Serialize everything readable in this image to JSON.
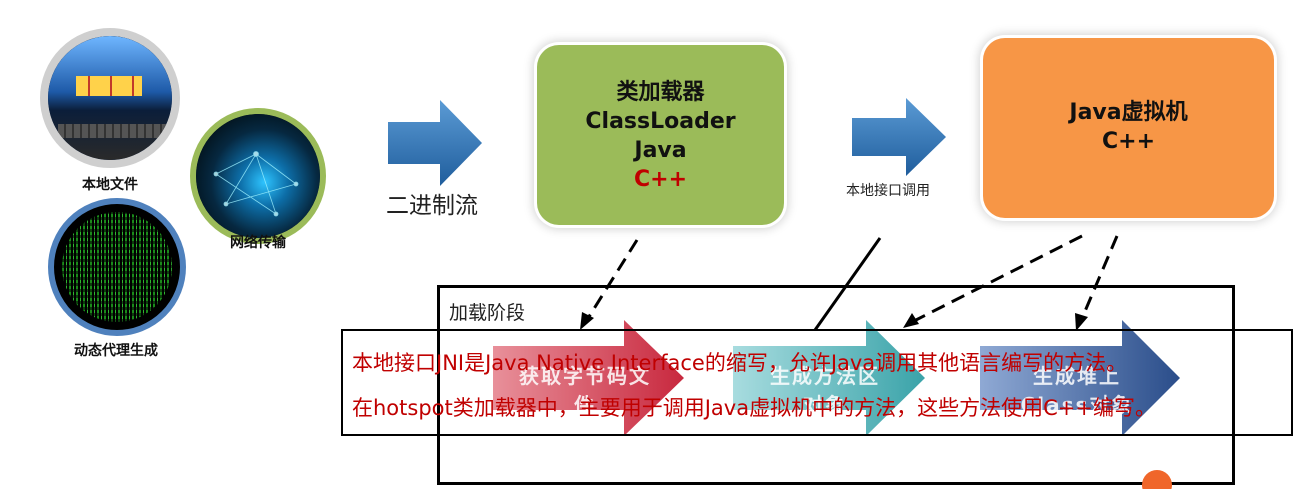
{
  "sources": [
    {
      "id": "local-file",
      "label": "本地文件"
    },
    {
      "id": "network",
      "label": "网络传输"
    },
    {
      "id": "dynamic-proxy",
      "label": "动态代理生成"
    }
  ],
  "arrow1_label": "二进制流",
  "classloader_box": {
    "line1": "类加载器",
    "line2": "ClassLoader",
    "line3": "Java",
    "line4": "C++"
  },
  "arrow2_label": "本地接口调用",
  "jvm_box": {
    "line1": "Java虚拟机",
    "line2": "C++"
  },
  "loading_stage": {
    "title": "加载阶段",
    "steps": [
      {
        "label_a": "获取字节码文",
        "label_b": "件"
      },
      {
        "label_a": "生成方法区",
        "label_b": "对象"
      },
      {
        "label_a": "生成堆上",
        "label_b": "Class对象"
      }
    ]
  },
  "annotation": {
    "line1": "本地接口JNI是Java Native Interface的缩写，允许Java调用其他语言编写的方法。",
    "line2": "在hotspot类加载器中，主要用于调用Java虚拟机中的方法，这些方法使用C++编写。"
  },
  "colors": {
    "classloader_bg": "#9bbb59",
    "jvm_bg": "#f79646",
    "arrow_blue": "#2e75b6",
    "accent_red": "#c00000",
    "step1": "#d94a5c",
    "step2": "#4fb3b7",
    "step3": "#2f5597"
  }
}
